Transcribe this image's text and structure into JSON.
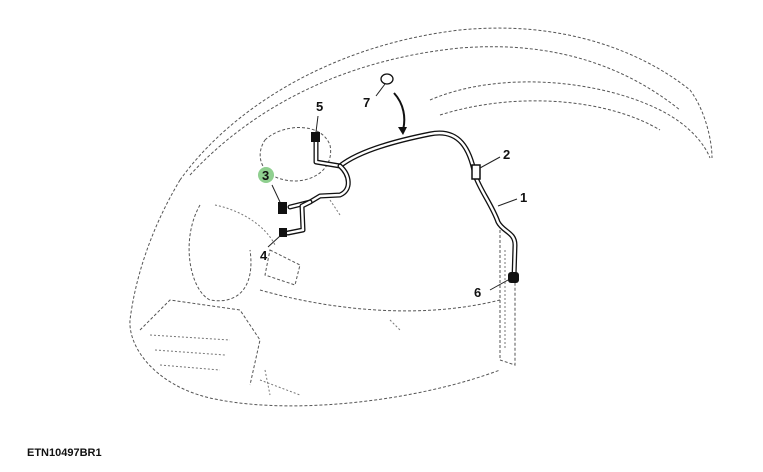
{
  "callouts": {
    "c1": "1",
    "c2": "2",
    "c3": "3",
    "c4": "4",
    "c5": "5",
    "c6": "6",
    "c7": "7"
  },
  "highlight_color": "#8fcf8f",
  "figure_id": "ETN10497BR1"
}
